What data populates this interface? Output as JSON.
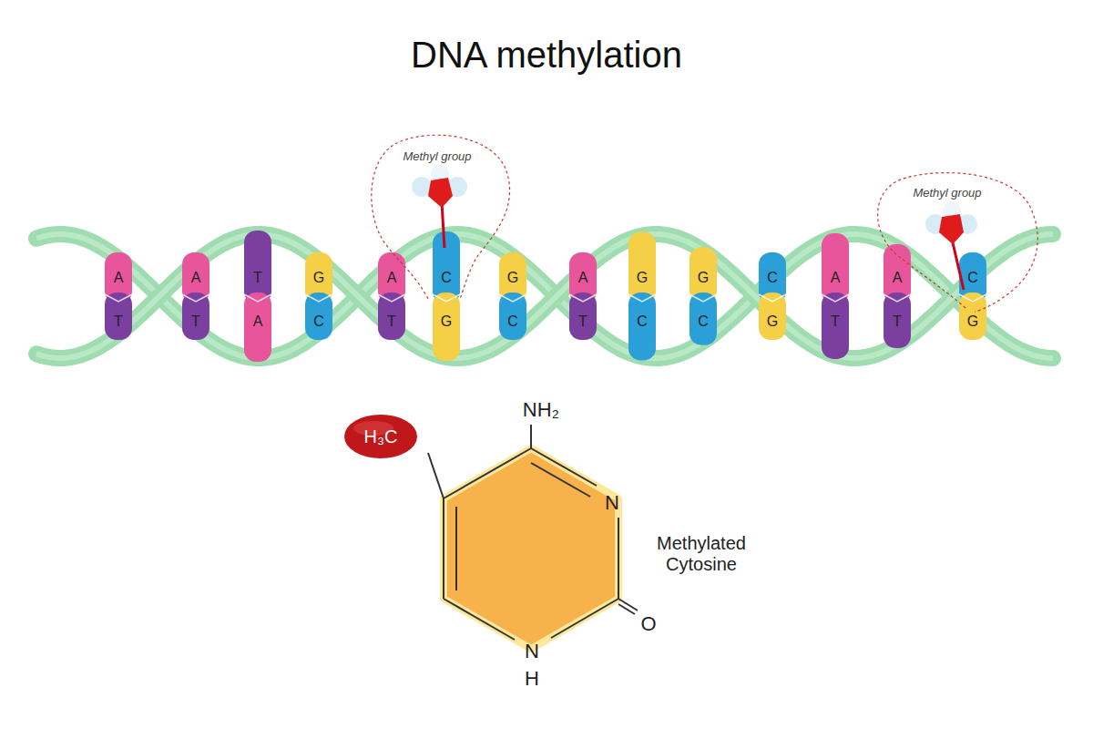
{
  "diagram": {
    "title": "DNA methylation",
    "labels": [
      "Methyl group",
      "Methyl group",
      "A",
      "T",
      "A",
      "T",
      "T",
      "A",
      "G",
      "C",
      "A",
      "T",
      "C",
      "G",
      "G",
      "C",
      "A",
      "T",
      "G",
      "C",
      "G",
      "C",
      "C",
      "G",
      "A",
      "T",
      "A",
      "T",
      "C",
      "G",
      "H₃C",
      "NH₂",
      "N",
      "O",
      "N",
      "H",
      "Methylated Cytosine"
    ]
  }
}
